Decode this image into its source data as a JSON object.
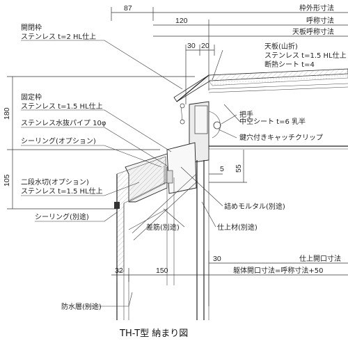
{
  "title": "TH-T型 納まり図",
  "dimensions": {
    "d87": "87",
    "d120": "120",
    "d30": "30",
    "d20": "20",
    "d180": "180",
    "d105": "105",
    "d5": "5",
    "d55": "55",
    "d32": "32",
    "d150": "150",
    "d30b": "30"
  },
  "dimension_labels": {
    "frame_outer": "枠外形寸法",
    "nominal": "呼称寸法",
    "top_plate_nominal": "天板呼称寸法",
    "finish_opening": "仕上開口寸法",
    "structure_opening": "躯体開口寸法=呼称寸法+50"
  },
  "callouts": {
    "opening_frame": [
      "開閉枠",
      "ステンレス t=2 HL仕上"
    ],
    "top_plate": [
      "天板(山折)",
      "ステンレス t=1.5 HL仕上",
      "断熱シート t=4"
    ],
    "fixed_frame": [
      "固定枠",
      "ステンレス t=1.5 HL仕上"
    ],
    "drain_pipe": "ステンレス水抜パイプ 10φ",
    "sealing_option": "シーリング(オプション)",
    "handle": "把手",
    "hollow_sheet": "中空シート t=6 乳半",
    "key_catch": "鍵穴付きキャッチクリップ",
    "water_cut": [
      "二段水切(オプション)",
      "ステンレス t=1.5 HL仕上"
    ],
    "packed_mortar": "詰めモルタル(別途)",
    "sealing_separate": "シーリング(別途)",
    "rebar": "差筋(別途)",
    "finish_material": "仕上材(別途)",
    "waterproof_layer": "防水層(別途)"
  },
  "colors": {
    "line": "#222222",
    "hatch": "#bbbbbb",
    "panel": "#e8e8e8"
  }
}
